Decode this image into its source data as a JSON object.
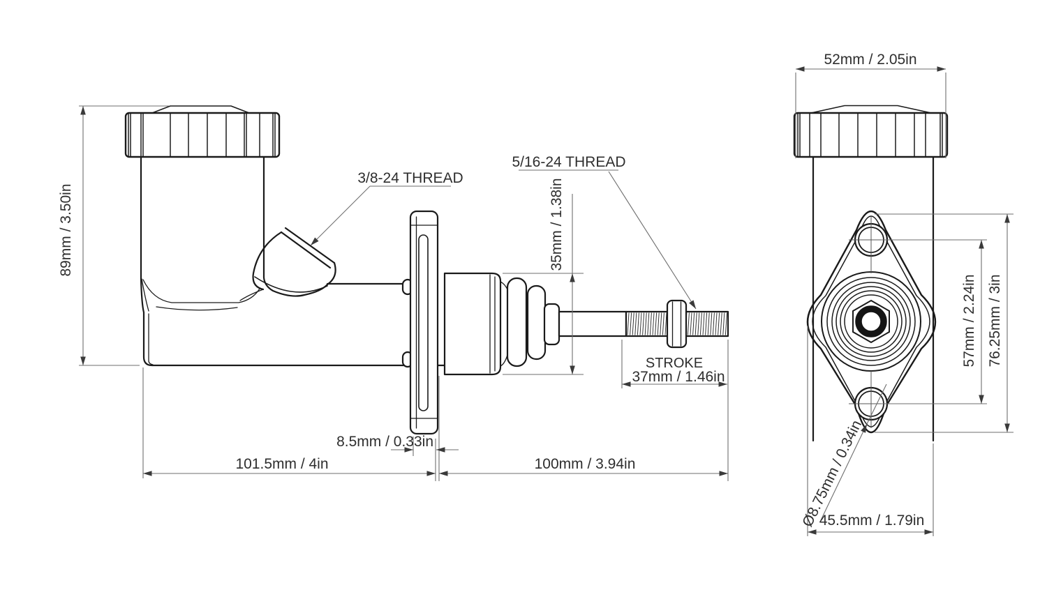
{
  "side_view": {
    "height": "89mm / 3.50in",
    "outlet_thread": "3/8-24 THREAD",
    "rod_thread": "5/16-24  THREAD",
    "boot_height": "35mm / 1.38in",
    "stroke_label": "STROKE",
    "stroke_value": "37mm / 1.46in",
    "flange_thickness": "8.5mm / 0.33in",
    "body_length": "101.5mm / 4in",
    "rod_length": "100mm / 3.94in"
  },
  "front_view": {
    "cap_width": "52mm / 2.05in",
    "hole_spacing": "57mm / 2.24in",
    "overall_height": "76.25mm / 3in",
    "hole_diameter": "Ø8.75mm / 0.34in",
    "flange_width": "45.5mm / 1.79in"
  },
  "colors": {
    "background": "#ffffff",
    "object_line": "#1a1a1a",
    "dimension_line": "#6e6e6e",
    "text": "#2e2e2e"
  }
}
